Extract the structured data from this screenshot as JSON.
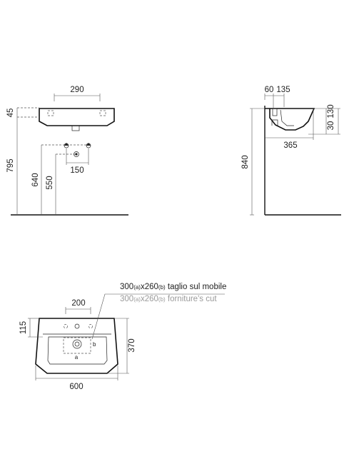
{
  "front_view": {
    "dims": {
      "width_top": "290",
      "thickness": "45",
      "height_total": "795",
      "height_supply": "640",
      "height_waste": "550",
      "tap_spacing": "150"
    }
  },
  "side_view": {
    "dims": {
      "wall_offset": "60",
      "bowl_offset": "135",
      "height_total": "840",
      "depth": "365",
      "rim_a": "30",
      "rim_b": "130"
    }
  },
  "plan_view": {
    "dims": {
      "cut_width": "200",
      "cut_depth": "115",
      "depth": "370",
      "width": "600"
    },
    "cut_note": {
      "a_value": "300",
      "a_tag": "(a)",
      "x": "x",
      "b_value": "260",
      "b_tag": "(b)",
      "it_text": " taglio sul mobile",
      "en_text": " forniture's cut"
    },
    "markers": {
      "a": "a",
      "b": "b"
    }
  }
}
